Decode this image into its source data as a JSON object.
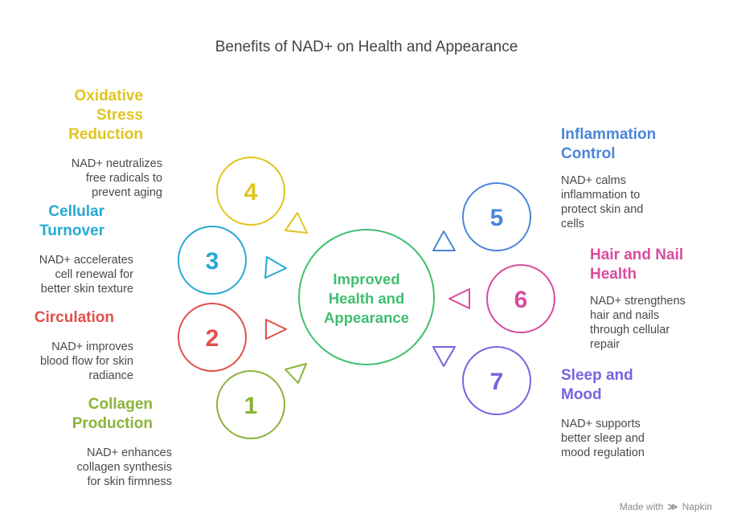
{
  "title": "Benefits of NAD+ on Health and Appearance",
  "center": {
    "line1": "Improved",
    "line2": "Health and",
    "line3": "Appearance",
    "color": "#3fbf6f"
  },
  "nodes": [
    {
      "number": "1",
      "heading_line1": "Collagen",
      "heading_line2": "Production",
      "desc_line1": "NAD+ enhances",
      "desc_line2": "collagen synthesis",
      "desc_line3": "for skin firmness",
      "color": "#8bb33a"
    },
    {
      "number": "2",
      "heading_line1": "Circulation",
      "desc_line1": "NAD+ improves",
      "desc_line2": "blood flow for skin",
      "desc_line3": "radiance",
      "color": "#e0504a"
    },
    {
      "number": "3",
      "heading_line1": "Cellular",
      "heading_line2": "Turnover",
      "desc_line1": "NAD+ accelerates",
      "desc_line2": "cell renewal for",
      "desc_line3": "better skin texture",
      "color": "#27a9d4"
    },
    {
      "number": "4",
      "heading_line1": "Oxidative",
      "heading_line2": "Stress",
      "heading_line3": "Reduction",
      "desc_line1": "NAD+ neutralizes",
      "desc_line2": "free radicals to",
      "desc_line3": "prevent aging",
      "color": "#e0c51f"
    },
    {
      "number": "5",
      "heading_line1": "Inflammation",
      "heading_line2": "Control",
      "desc_line1": "NAD+ calms",
      "desc_line2": "inflammation to",
      "desc_line3": "protect skin and",
      "desc_line4": "cells",
      "color": "#4b86d9"
    },
    {
      "number": "6",
      "heading_line1": "Hair and Nail",
      "heading_line2": "Health",
      "desc_line1": "NAD+ strengthens",
      "desc_line2": "hair and nails",
      "desc_line3": "through cellular",
      "desc_line4": "repair",
      "color": "#d94b9e"
    },
    {
      "number": "7",
      "heading_line1": "Sleep and",
      "heading_line2": "Mood",
      "desc_line1": "NAD+ supports",
      "desc_line2": "better sleep and",
      "desc_line3": "mood regulation",
      "color": "#7b62e0"
    }
  ],
  "footer": {
    "made_with": "Made with",
    "brand": "Napkin",
    "logo_glyph": "≫"
  }
}
